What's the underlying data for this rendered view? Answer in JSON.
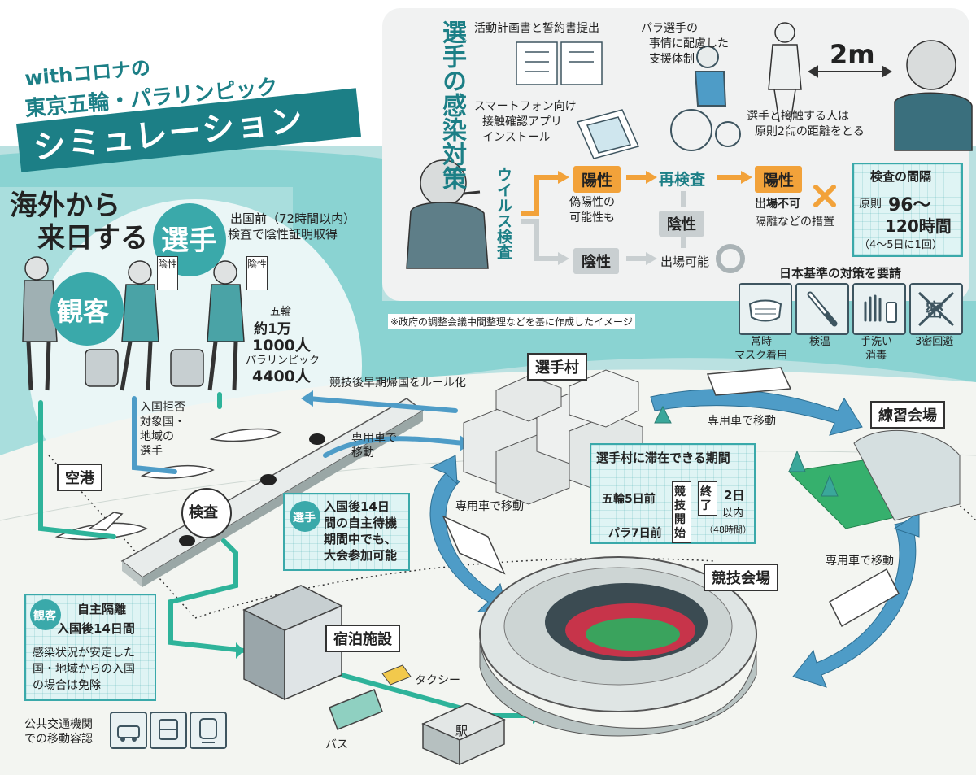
{
  "title": {
    "line1": "withコロナの",
    "line2": "東京五輪・パラリンピック",
    "banner": "シミュレーション"
  },
  "visitors": {
    "heading1": "海外から",
    "heading2": "来日する",
    "athlete_word": "選手",
    "spectator": "観客",
    "pre_departure_1": "出国前（72時間以内）",
    "pre_departure_2": "検査で陰性証明取得",
    "negative_card": "陰性",
    "olympics": "五輪",
    "olympics_count_1": "約1万",
    "olympics_count_2": "1000人",
    "paralympics": "パラリンピック",
    "paralympics_count": "4400人",
    "entry_ban_1": "入国拒否",
    "entry_ban_2": "対象国・",
    "entry_ban_3": "地域の",
    "entry_ban_4": "選手"
  },
  "map": {
    "airport": "空港",
    "inspection": "検査",
    "village": "選手村",
    "practice": "練習会場",
    "venue": "競技会場",
    "lodging": "宿泊施設",
    "station": "駅",
    "taxi": "タクシー",
    "bus": "バス",
    "early_return": "競技後早期帰国をルール化",
    "dedicated_1": "専用車で",
    "dedicated_2": "移動",
    "dedicated_vehicle": "専用車で移動",
    "source_note": "※政府の調整会議中間整理などを基に作成したイメージ"
  },
  "athlete_note": {
    "badge": "選手",
    "line1": "入国後14日",
    "line2": "間の自主待機",
    "line3": "期間中でも、",
    "line4": "大会参加可能"
  },
  "spectator_note": {
    "badge": "観客",
    "line1": "自主隔離",
    "line2": "入国後14日間",
    "line3": "感染状況が安定した",
    "line4": "国・地域からの入国",
    "line5": "の場合は免除"
  },
  "transit": {
    "line1": "公共交通機関",
    "line2": "での移動容認"
  },
  "stay_period": {
    "title": "選手村に滞在できる期間",
    "olympics": "五輪5日前",
    "para": "パラ7日前",
    "start_1": "競",
    "start_2": "技",
    "start_3": "開",
    "start_4": "始",
    "end_1": "終",
    "end_2": "了",
    "after": "2日",
    "within": "以内",
    "hours": "（48時間）"
  },
  "measures": {
    "heading": "選手の感染対策",
    "activity_plan": "活動計画書と誓約書提出",
    "app_1": "スマートフォン向け",
    "app_2": "接触確認アプリ",
    "app_3": "インストール",
    "para_1": "パラ選手の",
    "para_2": "事情に配慮した",
    "para_3": "支援体制",
    "distance_label": "2m",
    "distance_1": "選手と接触する人は",
    "distance_2": "原則2㍍の距離をとる"
  },
  "testing": {
    "label": "ウイルス検査",
    "positive": "陽性",
    "false_positive_1": "偽陽性の",
    "false_positive_2": "可能性も",
    "retest": "再検査",
    "negative": "陰性",
    "can_compete": "出場可能",
    "cannot_compete": "出場不可",
    "isolation": "隔離などの措置",
    "interval_title": "検査の間隔",
    "interval_1": "原則",
    "interval_2": "96～",
    "interval_3": "120時間",
    "interval_4": "（4～5日に1回）"
  },
  "standards": {
    "heading": "日本基準の対策を要請",
    "mask_1": "常時",
    "mask_2": "マスク着用",
    "temp": "検温",
    "wash_1": "手洗い",
    "wash_2": "消毒",
    "three_c": "3密回避",
    "three_c_icon": "密"
  },
  "colors": {
    "teal": "#3aa9aa",
    "dark_teal": "#1c7f86",
    "light_teal": "#bfe6e6",
    "orange": "#f2a23a",
    "blue": "#4e9cc7"
  },
  "icons": [
    "mask-icon",
    "thermometer-icon",
    "hand-wash-icon",
    "three-c-avoid-icon",
    "smartphone-icon",
    "document-icon",
    "wheelchair-icon",
    "bus-icon",
    "train-icon",
    "taxi-icon",
    "airplane-icon",
    "stadium-icon"
  ]
}
